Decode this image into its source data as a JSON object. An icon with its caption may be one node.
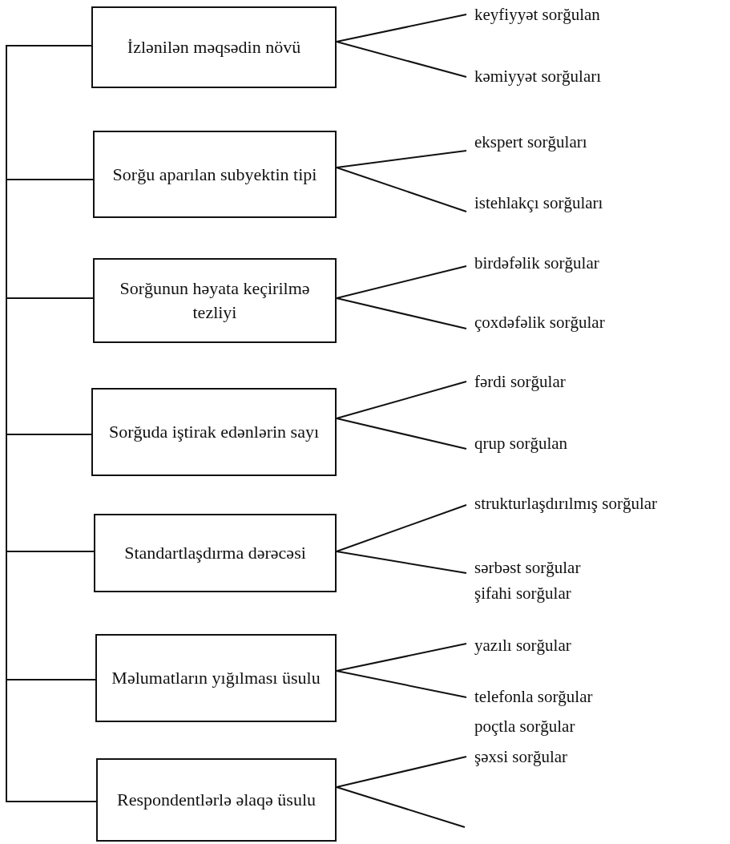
{
  "diagram": {
    "nodes": [
      {
        "text": [
          "İzlənilən məqsədin növü"
        ]
      },
      {
        "text": [
          "keyfiyyət sorğulan"
        ]
      },
      {
        "text": [
          "kəmiyyət sorğuları"
        ]
      },
      {
        "text": [
          "Sorğu aparılan subyektin tipi"
        ]
      },
      {
        "text": [
          "ekspert sorğuları"
        ]
      },
      {
        "text": [
          "istehlakçı sorğuları"
        ]
      },
      {
        "text": [
          "Sorğunun həyata keçirilmə tezliyi"
        ]
      },
      {
        "text": [
          "birdəfəlik sorğular"
        ]
      },
      {
        "text": [
          "çoxdəfəlik sorğular"
        ]
      },
      {
        "text": [
          "Sorğuda iştirak edənlərin sayı"
        ]
      },
      {
        "text": [
          "fərdi sorğular"
        ]
      },
      {
        "text": [
          "qrup sorğulan"
        ]
      },
      {
        "text": [
          "Standartlaşdırma dərəcəsi"
        ]
      },
      {
        "text": [
          "strukturlaşdırılmış sorğular"
        ]
      },
      {
        "text": [
          "sərbəst sorğular"
        ]
      },
      {
        "text": [
          "Məlumatların yığılması üsulu"
        ]
      },
      {
        "text": [
          "yazılı sorğular"
        ]
      },
      {
        "text": [
          "telefonla sorğular"
        ]
      },
      {
        "text": [
          "Respondentlərlə əlaqə üsulu"
        ]
      },
      {
        "text": [
          "şəxsi sorğular"
        ]
      }
    ],
    "edges": [
      {
        "from": 0,
        "to": 3,
        "arrow": "none"
      },
      {
        "from": 3,
        "to": 6,
        "arrow": "none"
      },
      {
        "from": 6,
        "to": 9,
        "arrow": "none"
      },
      {
        "from": 9,
        "to": 12,
        "arrow": "none"
      },
      {
        "from": 12,
        "to": 15,
        "arrow": "none"
      },
      {
        "from": 15,
        "to": 18,
        "arrow": "none"
      },
      {
        "from": 0,
        "to": 1,
        "arrow": "none"
      },
      {
        "from": 0,
        "to": 2,
        "arrow": "none"
      },
      {
        "from": 3,
        "to": 4,
        "arrow": "none"
      },
      {
        "from": 3,
        "to": 5,
        "arrow": "none"
      },
      {
        "from": 6,
        "to": 7,
        "arrow": "none"
      },
      {
        "from": 6,
        "to": 8,
        "arrow": "none"
      },
      {
        "from": 9,
        "to": 10,
        "arrow": "none"
      },
      {
        "from": 9,
        "to": 11,
        "arrow": "none"
      },
      {
        "from": 12,
        "to": 13,
        "arrow": "none"
      },
      {
        "from": 12,
        "to": 14,
        "arrow": "none"
      },
      {
        "from": 15,
        "to": 16,
        "arrow": "none"
      },
      {
        "from": 15,
        "to": 17,
        "arrow": "none"
      },
      {
        "from": 18,
        "to": 19,
        "arrow": "none"
      },
      {
        "from": 18,
        "to": null,
        "arrow": "none"
      }
    ],
    "labels": [
      "şifahi sorğular",
      "poçtla sorğular"
    ]
  }
}
